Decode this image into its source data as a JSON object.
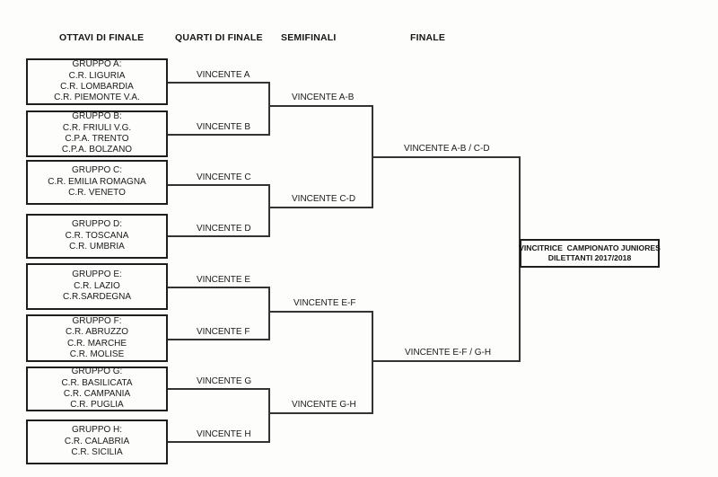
{
  "headers": [
    "OTTAVI DI FINALE",
    "QUARTI DI FINALE",
    "SEMIFINALI",
    "FINALE"
  ],
  "groups": [
    {
      "lines": [
        "GRUPPO A:",
        "C.R. LIGURIA",
        "C.R. LOMBARDIA",
        "C.R. PIEMONTE V.A."
      ]
    },
    {
      "lines": [
        "GRUPPO B:",
        "C.R. FRIULI V.G.",
        "C.P.A. TRENTO",
        "C.P.A. BOLZANO"
      ]
    },
    {
      "lines": [
        "GRUPPO C:",
        "C.R. EMILIA ROMAGNA",
        "C.R. VENETO"
      ]
    },
    {
      "lines": [
        "GRUPPO D:",
        "C.R. TOSCANA",
        "C.R. UMBRIA"
      ]
    },
    {
      "lines": [
        "GRUPPO E:",
        "C.R. LAZIO",
        "C.R.SARDEGNA"
      ]
    },
    {
      "lines": [
        "GRUPPO F:",
        "C.R. ABRUZZO",
        "C.R. MARCHE",
        "C.R. MOLISE"
      ]
    },
    {
      "lines": [
        "GRUPPO G:",
        "C.R. BASILICATA",
        "C.R. CAMPANIA",
        "C.R. PUGLIA"
      ]
    },
    {
      "lines": [
        "GRUPPO H:",
        "C.R. CALABRIA",
        "C.R. SICILIA"
      ]
    }
  ],
  "labels": {
    "qf": [
      "VINCENTE A",
      "VINCENTE B",
      "VINCENTE C",
      "VINCENTE D",
      "VINCENTE E",
      "VINCENTE F",
      "VINCENTE G",
      "VINCENTE H"
    ],
    "sf": [
      "VINCENTE A-B",
      "VINCENTE C-D",
      "VINCENTE E-F",
      "VINCENTE G-H"
    ],
    "final": [
      "VINCENTE A-B / C-D",
      "VINCENTE E-F / G-H"
    ]
  },
  "winner": {
    "line1": "VINCITRICE  CAMPIONATO JUNIORES",
    "line2": "DILETTANTI 2017/2018"
  }
}
